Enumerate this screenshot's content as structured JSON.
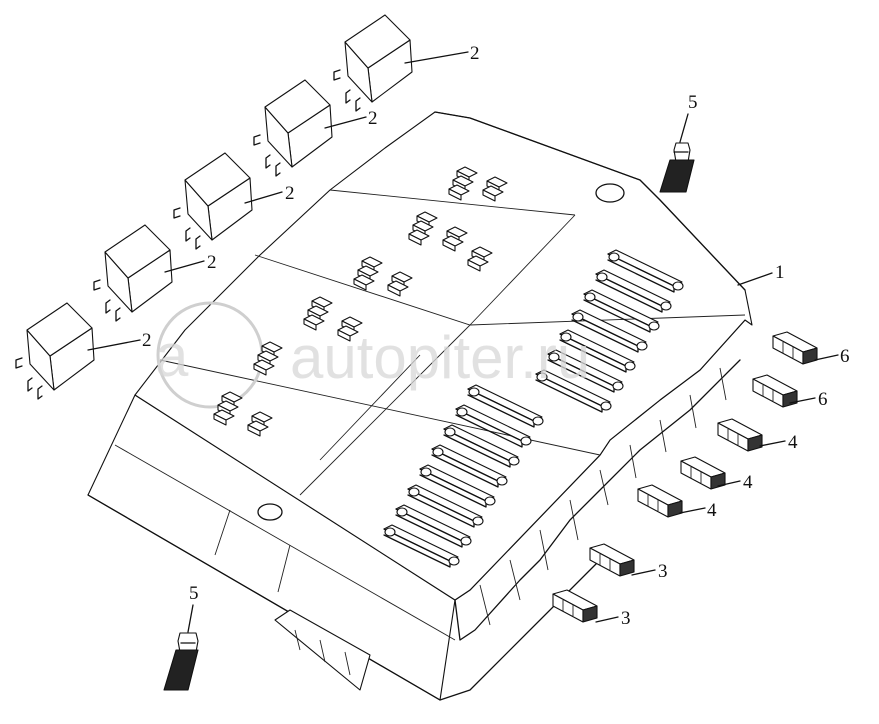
{
  "watermark": {
    "text": "autopiter.ru",
    "logo_text": "a"
  },
  "callouts": [
    {
      "label": "1",
      "part": "fuse-relay-box"
    },
    {
      "label": "2",
      "part": "relay"
    },
    {
      "label": "3",
      "part": "fuse"
    },
    {
      "label": "4",
      "part": "fuse"
    },
    {
      "label": "5",
      "part": "bolt"
    },
    {
      "label": "6",
      "part": "fuse"
    }
  ]
}
